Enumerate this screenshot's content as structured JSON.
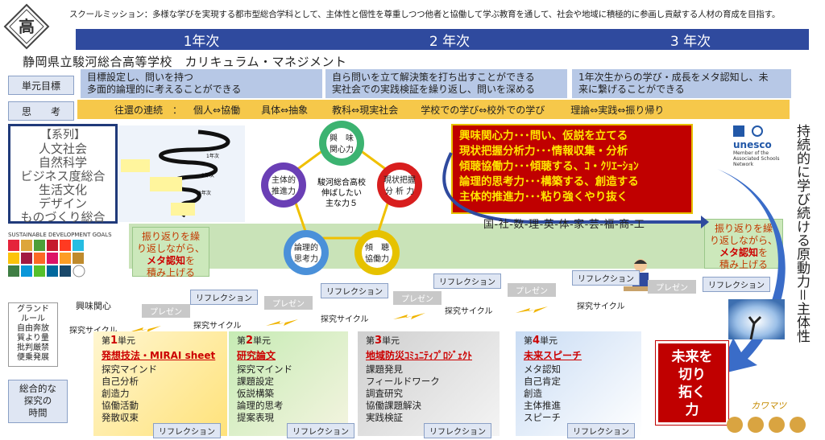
{
  "header": {
    "logo_char": "高",
    "mission": "スクールミッション：多様な学びを実現する都市型総合学科として、主体性と個性を尊重しつつ他者と協働して学ぶ教育を通して、社会や地域に積極的に参画し貢献する人材の育成を目指す。",
    "years": [
      "1年次",
      "2 年次",
      "3 年次"
    ],
    "school_title": "静岡県立駿河総合高等学校　カリキュラム・マネジメント"
  },
  "rows": {
    "goal_label": "単元目標",
    "think_label": "思　　考"
  },
  "goals": [
    [
      "目標設定し、問いを持つ",
      "多面的論理的に考えることができる"
    ],
    [
      "自ら問いを立て解決策を打ち出すことができる",
      "実社会での実践検証を繰り返し、問いを深める"
    ],
    [
      "1年次生からの学び・成長をメタ認知し、未",
      "来に繋げることができる"
    ]
  ],
  "thinking": [
    "往還の連続　：",
    "個人⇔協働",
    "具体⇔抽象",
    "教科⇔現実社会",
    "学校での学び⇔校外での学び",
    "理論⇔実践⇔振り帰り"
  ],
  "keiretsu": {
    "title": "【系列】",
    "items": [
      "人文社会",
      "自然科学",
      "ビジネス度総合",
      "生活文化",
      "デザイン",
      "ものづくり総合"
    ]
  },
  "diagram": {
    "center": [
      "駿河総合高校",
      "伸ばしたい",
      "主な力５"
    ],
    "circles": [
      {
        "l1": "興　味",
        "l2": "関心力",
        "color": "#3cb371"
      },
      {
        "l1": "現状把握",
        "l2": "分 析 力",
        "color": "#d81e1e"
      },
      {
        "l1": "傾　聴",
        "l2": "協働力",
        "color": "#e6c200"
      },
      {
        "l1": "論理的",
        "l2": "思考力",
        "color": "#4a90d9"
      },
      {
        "l1": "主体的",
        "l2": "推進力",
        "color": "#6a3fb5"
      }
    ],
    "spiral_labels": [
      "1年次",
      "2年次",
      "3年次"
    ]
  },
  "abilities": [
    "興味関心力･･･問い、仮説を立てる",
    "現状把握分析力･･･情報収集・分析",
    "傾聴協働力･･･傾聴する、ｺ・ｸﾘｴｰｼｮﾝ",
    "論理的思考力･･･構築する、創造する",
    "主体的推進力･･･粘り強くやり抜く"
  ],
  "subjects": "国-社-数-理-英-体-家-芸-福-商-工",
  "meta": {
    "left": [
      "振り返りを繰",
      "り返しながら、",
      "メタ認知",
      "を",
      "積み上げる"
    ],
    "right": [
      "振り返りを繰",
      "り返しながら、",
      "メタ認知",
      "を",
      "積み上げる"
    ]
  },
  "cycle": {
    "reflection": "リフレクション",
    "presen": "プレゼン",
    "tankyu": "探究サイクル",
    "kyomi": "興味関心"
  },
  "side": {
    "rules": [
      "グランド",
      "ルール",
      "自由奔放",
      "質より量",
      "批判厳禁",
      "便乗発展"
    ],
    "sougou": [
      "総合的な",
      "探究の",
      "時間"
    ]
  },
  "units": [
    {
      "h_num": "1",
      "h_rest": "単元",
      "title": "発想技法・MIRAI sheet",
      "items": [
        "探究マインド",
        "自己分析",
        "創造力",
        "協働活動",
        "発散収束"
      ]
    },
    {
      "h_num": "2",
      "h_rest": "単元",
      "title": "研究論文",
      "items": [
        "探究マインド",
        "課題設定",
        "仮説構築",
        "論理的思考",
        "提案表現"
      ]
    },
    {
      "h_num": "3",
      "h_rest": "単元",
      "title": "地域防災ｺﾐｭﾆﾃｨﾌﾟﾛｼﾞｪｸﾄ",
      "items": [
        "課題発見",
        "フィールドワーク",
        "調査研究",
        "協働課題解決",
        "実践検証"
      ]
    },
    {
      "h_num": "4",
      "h_rest": "単元",
      "title": "未来スピーチ",
      "items": [
        "メタ認知",
        "自己肯定",
        "創造",
        "主体推進",
        "スピーチ"
      ]
    }
  ],
  "unit_prefix": "第",
  "future": [
    "未来を",
    "切り",
    "拓く",
    "力"
  ],
  "vertical": "持続的に学び続ける原動力＝主体性",
  "unesco": {
    "name": "unesco",
    "sub": "Member of the Associated Schools Network"
  },
  "sdgs": "SUSTAINABLE DEVELOPMENT GOALS",
  "mascot": "カワマツ"
}
